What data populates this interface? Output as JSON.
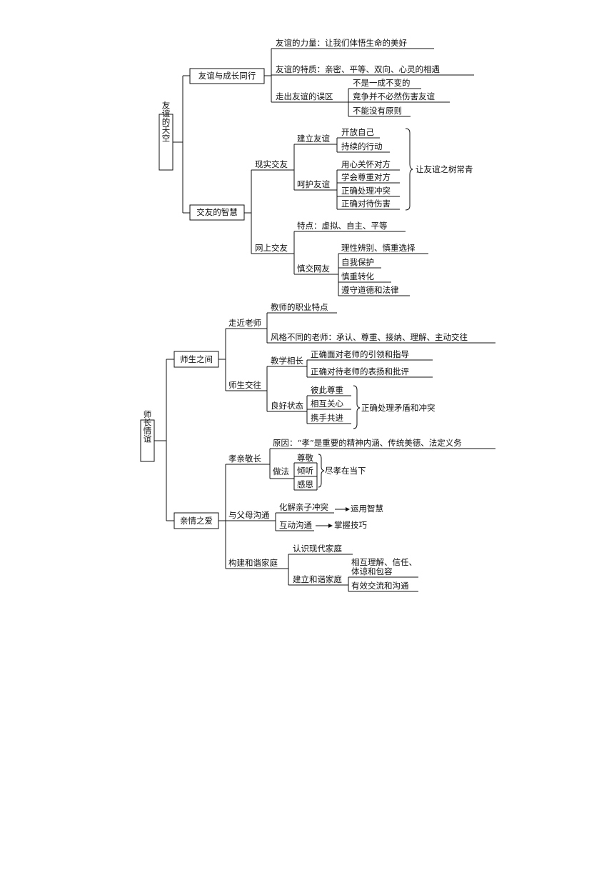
{
  "map1": {
    "root": "友谊的天空",
    "b1": {
      "label": "友谊与成长同行",
      "l1": "友谊的力量：让我们体悟生命的美好",
      "l2": "友谊的特质：亲密、平等、双向、心灵的相遇",
      "l3": "走出友谊的误区",
      "l3a": "不是一成不变的",
      "l3b": "竞争并不必然伤害友谊",
      "l3c": "不能没有原则"
    },
    "b2": {
      "label": "交友的智慧",
      "real": "现实交友",
      "build": "建立友谊",
      "build1": "开放自己",
      "build2": "持续的行动",
      "care": "呵护友谊",
      "care1": "用心关怀对方",
      "care2": "学会尊重对方",
      "care3": "正确处理冲突",
      "care4": "正确对待伤害",
      "evergreen": "让友谊之树常青",
      "online": "网上交友",
      "online1": "特点：虚拟、自主、平等",
      "cautious": "慎交网友",
      "cautious1": "理性辨别、慎重选择",
      "cautious2": "自我保护",
      "cautious3": "慎重转化",
      "cautious4": "遵守道德和法律"
    }
  },
  "map2": {
    "root": "师长情谊",
    "b1": {
      "label": "师生之间",
      "near": "走近老师",
      "near1": "教师的职业特点",
      "near2": "风格不同的老师：承认、尊重、接纳、理解、主动交往",
      "inter": "师生交往",
      "grow": "教学相长",
      "grow1": "正确面对老师的引领和指导",
      "grow2": "正确对待老师的表扬和批评",
      "good": "良好状态",
      "good1": "彼此尊重",
      "good2": "相互关心",
      "good3": "携手共进",
      "conflict": "正确处理矛盾和冲突"
    },
    "b2": {
      "label": "亲情之爱",
      "filial": "孝亲敬长",
      "reason": "原因：“孝”是重要的精神内涵、传统美德、法定义务",
      "method": "做法",
      "m1": "尊敬",
      "m2": "倾听",
      "m3": "感恩",
      "best": "尽孝在当下",
      "comm": "与父母沟通",
      "comm1": "化解亲子冲突",
      "comm1r": "运用智慧",
      "comm2": "互动沟通",
      "comm2r": "掌握技巧",
      "home": "构建和谐家庭",
      "home1": "认识现代家庭",
      "home2": "建立和谐家庭",
      "home2a1": "相互理解、信任、",
      "home2a2": "体谅和包容",
      "home2b": "有效交流和沟通"
    }
  }
}
